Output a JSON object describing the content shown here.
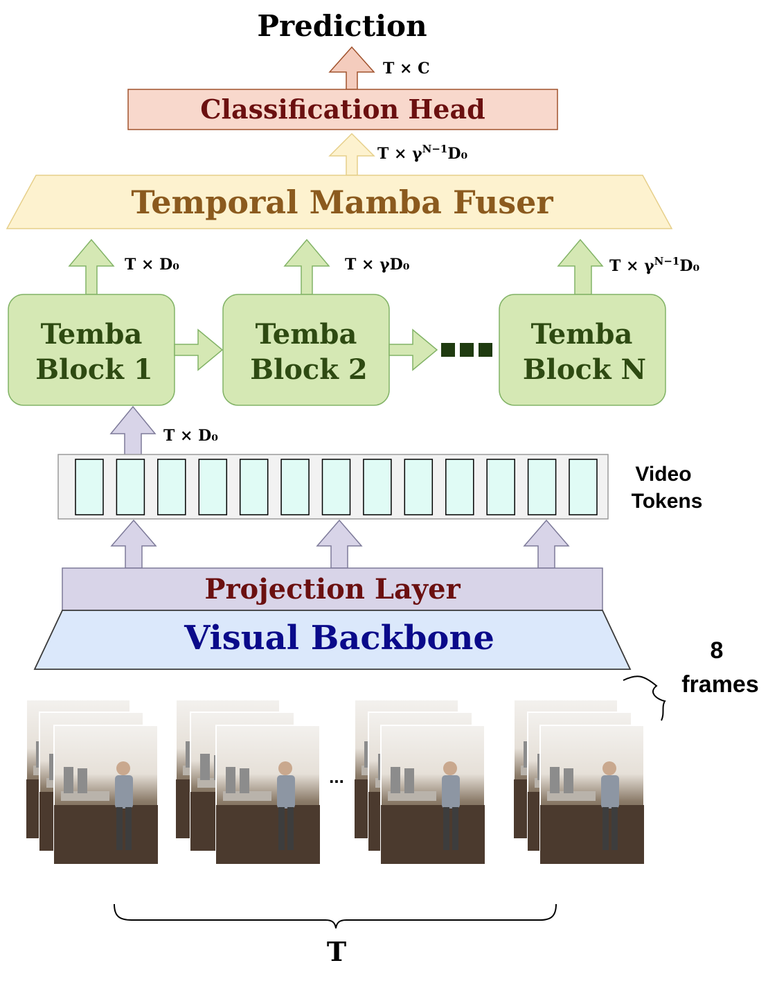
{
  "title": "Prediction",
  "classification_head": {
    "label": "Classification Head",
    "output_dim": {
      "base": "T × C",
      "sup": "",
      "tail": ""
    }
  },
  "fuser": {
    "label": "Temporal Mamba Fuser",
    "input_dim": {
      "base": "T × γ",
      "sup": "N−1",
      "tail": "D₀"
    }
  },
  "blocks": [
    {
      "line1": "Temba",
      "line2": "Block 1",
      "out_dim": {
        "base": "T × D₀",
        "sup": "",
        "tail": ""
      }
    },
    {
      "line1": "Temba",
      "line2": "Block 2",
      "out_dim": {
        "base": "T × γD₀",
        "sup": "",
        "tail": ""
      }
    },
    {
      "line1": "Temba",
      "line2": "Block N",
      "out_dim": {
        "base": "T × γ",
        "sup": "N−1",
        "tail": "D₀"
      }
    }
  ],
  "tokens": {
    "label_line1": "Video",
    "label_line2": "Tokens",
    "count": 13,
    "in_dim": {
      "base": "T × D₀",
      "sup": "",
      "tail": ""
    }
  },
  "projection": {
    "label": "Projection Layer"
  },
  "backbone": {
    "label": "Visual Backbone"
  },
  "frames": {
    "label_line1": "8",
    "label_line2": "frames",
    "ellipsis": "...",
    "groups": 4
  },
  "time_label": "T",
  "colors": {
    "head_fill": "#f8d8cc",
    "head_stroke": "#a0522d",
    "head_text": "#6b1010",
    "fuser_fill": "#fdf2cf",
    "fuser_stroke": "#e6cf8a",
    "fuser_text": "#8b5a1e",
    "block_fill": "#d5e8b4",
    "block_stroke": "#82b366",
    "block_text": "#2e4a12",
    "proj_fill": "#d8d4e8",
    "proj_stroke": "#7d7a99",
    "proj_text": "#6b1010",
    "backbone_fill": "#dbe8fb",
    "backbone_stroke": "#3a3a3a",
    "backbone_text": "#0a0a8a",
    "token_fill": "#e0fbf5",
    "token_strip": "#f2f2f2"
  }
}
